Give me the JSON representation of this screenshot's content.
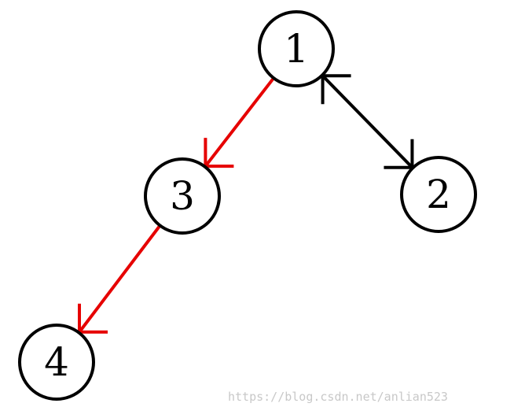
{
  "diagram": {
    "nodes": [
      {
        "id": "n1",
        "label": "1"
      },
      {
        "id": "n2",
        "label": "2"
      },
      {
        "id": "n3",
        "label": "3"
      },
      {
        "id": "n4",
        "label": "4"
      }
    ],
    "edges": [
      {
        "id": "e13",
        "from": "n1",
        "to": "n3",
        "color": "#e60000",
        "direction": "forward"
      },
      {
        "id": "e34",
        "from": "n3",
        "to": "n4",
        "color": "#e60000",
        "direction": "forward"
      },
      {
        "id": "e12",
        "from": "n1",
        "to": "n2",
        "color": "#000000",
        "direction": "both"
      }
    ]
  },
  "watermark": {
    "text": "https://blog.csdn.net/anlian523",
    "color": "#c8c8c8"
  }
}
